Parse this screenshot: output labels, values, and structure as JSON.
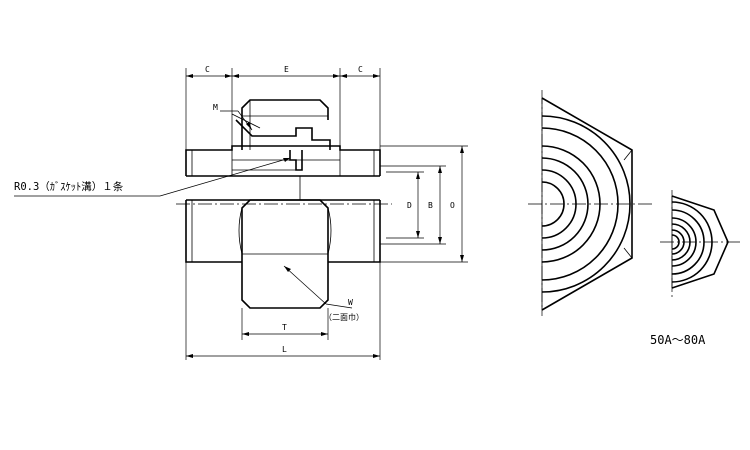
{
  "labels": {
    "c_left": "C",
    "e": "E",
    "c_right": "C",
    "m": "M",
    "d": "D",
    "b": "B",
    "o": "O",
    "w": "W",
    "w_note": "（二面巾）",
    "t": "T",
    "l": "L",
    "gasket_note": "R0.3（ｶﾞｽｹｯﾄ溝）１条"
  },
  "caption": "50A～80A"
}
